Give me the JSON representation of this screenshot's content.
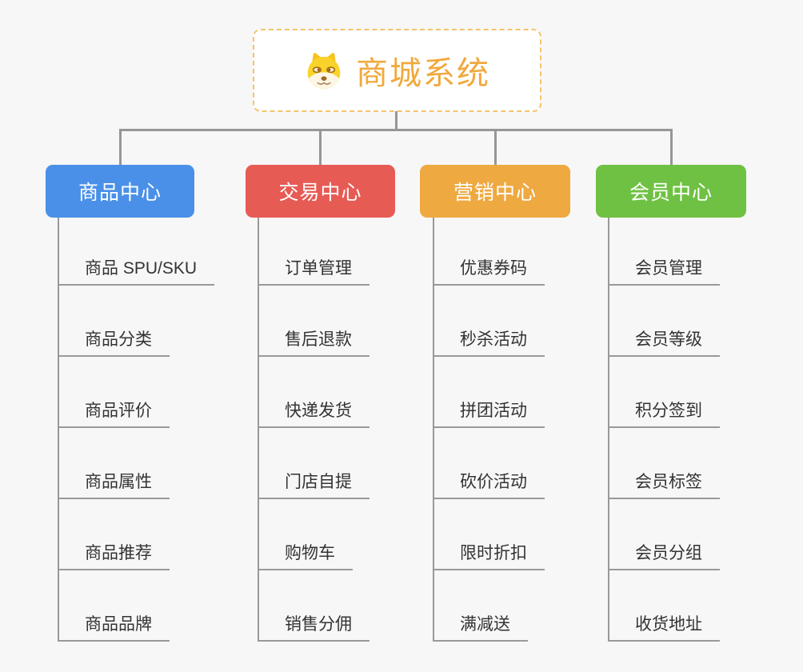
{
  "root": {
    "title": "商城系统",
    "icon": "doge-icon",
    "text_color": "#f0a93c",
    "border_color": "#f6c36b"
  },
  "connector_color": "#969696",
  "branches": [
    {
      "label": "商品中心",
      "color": "#4a90e8",
      "children": [
        "商品 SPU/SKU",
        "商品分类",
        "商品评价",
        "商品属性",
        "商品推荐",
        "商品品牌"
      ]
    },
    {
      "label": "交易中心",
      "color": "#e75b55",
      "children": [
        "订单管理",
        "售后退款",
        "快递发货",
        "门店自提",
        "购物车",
        "销售分佣"
      ]
    },
    {
      "label": "营销中心",
      "color": "#efa941",
      "children": [
        "优惠券码",
        "秒杀活动",
        "拼团活动",
        "砍价活动",
        "限时折扣",
        "满减送"
      ]
    },
    {
      "label": "会员中心",
      "color": "#6fc143",
      "children": [
        "会员管理",
        "会员等级",
        "积分签到",
        "会员标签",
        "会员分组",
        "收货地址"
      ]
    }
  ]
}
